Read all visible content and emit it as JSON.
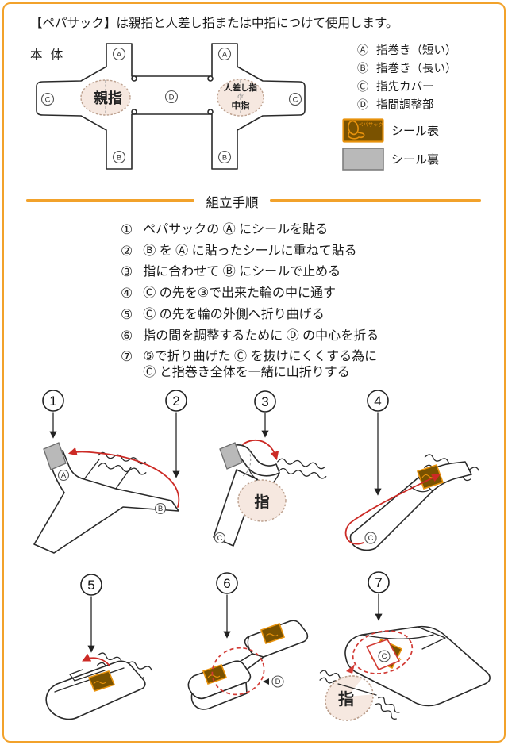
{
  "colors": {
    "accent_orange": "#F2A22B",
    "arrow_red": "#CC2A25",
    "dashed_red": "#D23B35",
    "sticker_brown": "#7A5200",
    "sticker_border_orange": "#E8920C",
    "sticker_gray": "#B9B9B9",
    "skin_beige": "#F6E8E0"
  },
  "intro": "【ペパサック】は親指と人差し指または中指につけて使用します。",
  "diagram": {
    "label": "本 体",
    "part_a": "A",
    "part_b": "B",
    "part_c": "C",
    "part_d": "D",
    "thumb": "親指",
    "finger_top": "人差し指",
    "finger_or": "or",
    "finger_bottom": "中指"
  },
  "legend": {
    "items": [
      {
        "mark": "Ⓐ",
        "label": "指巻き（短い）"
      },
      {
        "mark": "Ⓑ",
        "label": "指巻き（長い）"
      },
      {
        "mark": "Ⓒ",
        "label": "指先カバー"
      },
      {
        "mark": "Ⓓ",
        "label": "指間調整部"
      }
    ],
    "sticker_front": "シール表",
    "sticker_back": "シール裏",
    "brand": "ペパサック"
  },
  "assembly": {
    "title": "組立手順",
    "steps": [
      {
        "no": "①",
        "text": "ペパサックの Ⓐ にシールを貼る"
      },
      {
        "no": "②",
        "text": "Ⓑ を Ⓐ に貼ったシールに重ねて貼る"
      },
      {
        "no": "③",
        "text": "指に合わせて Ⓑ にシールで止める"
      },
      {
        "no": "④",
        "text": "Ⓒ の先を③で出来た輪の中に通す"
      },
      {
        "no": "⑤",
        "text": "Ⓒ の先を輪の外側へ折り曲げる"
      },
      {
        "no": "⑥",
        "text": "指の間を調整するために Ⓓ の中心を折る"
      },
      {
        "no": "⑦",
        "text": "⑤で折り曲げた Ⓒ を抜けにくくする為に\nⒸ と指巻き全体を一緒に山折りする"
      }
    ]
  },
  "figures": {
    "n1": "1",
    "n2": "2",
    "n3": "3",
    "n4": "4",
    "n5": "5",
    "n6": "6",
    "n7": "7",
    "label_a": "A",
    "label_b": "B",
    "label_c": "C",
    "label_d": "D",
    "finger": "指",
    "brand": "ペパサック"
  }
}
